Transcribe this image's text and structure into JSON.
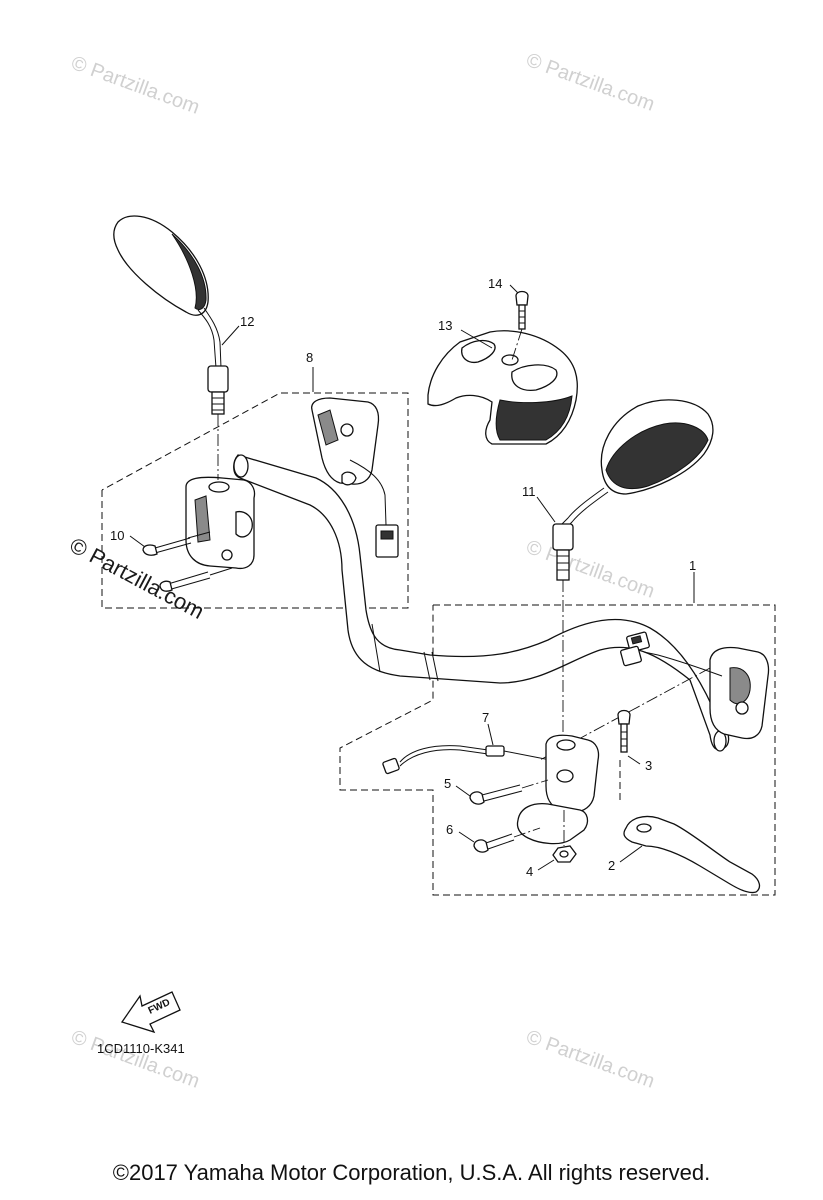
{
  "watermarks": {
    "site": "© Partzilla.com"
  },
  "callouts": {
    "c1": "1",
    "c2": "2",
    "c3": "3",
    "c4": "4",
    "c5": "5",
    "c6": "6",
    "c7": "7",
    "c8": "8",
    "c10": "10",
    "c11": "11",
    "c12": "12",
    "c13": "13",
    "c14": "14"
  },
  "fwd_label": "FWD",
  "diagram_code": "1CD1110-K341",
  "copyright": "©2017 Yamaha Motor Corporation, U.S.A. All rights reserved."
}
